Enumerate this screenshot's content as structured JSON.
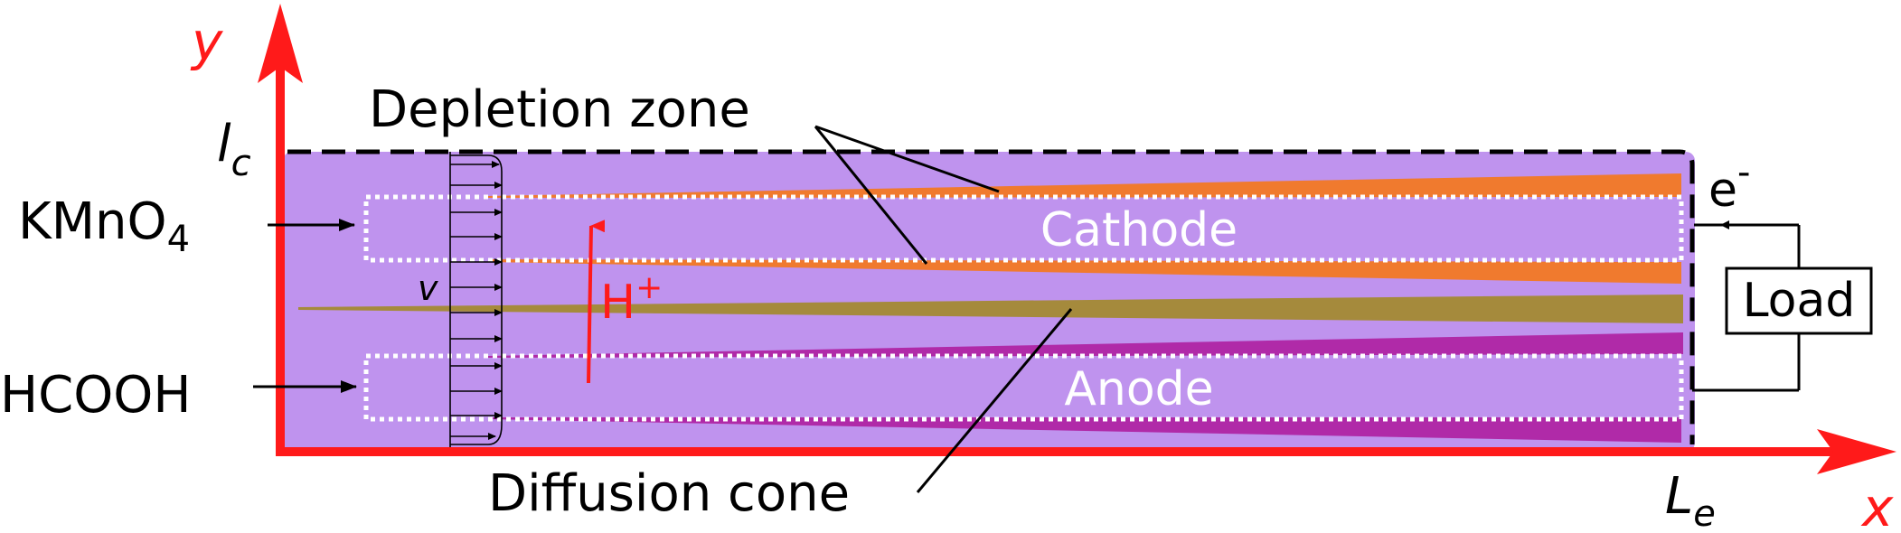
{
  "axes": {
    "x_label": "x",
    "y_label": "y"
  },
  "electrodes": {
    "cathode": "Cathode",
    "anode": "Anode"
  },
  "inlets": {
    "oxidant": "KMnO",
    "oxidant_subscript": "4",
    "fuel": "HCOOH"
  },
  "zones": {
    "depletion": "Depletion zone",
    "diffusion": "Diffusion cone"
  },
  "symbols": {
    "channel_height": "l",
    "channel_height_subscript": "c",
    "channel_length": "L",
    "channel_length_subscript": "e",
    "velocity": "v",
    "proton": "H",
    "proton_superscript": "+",
    "electron": "e",
    "electron_superscript": "-"
  },
  "circuit": {
    "load": "Load"
  },
  "colors": {
    "axis": "#ff1a1a",
    "channel_fill": "#bf93ee",
    "cathode_depletion": "#f07a2e",
    "anode_depletion": "#b02aa8",
    "diffusion_cone": "#a58a3c",
    "electrode_outline": "#ffffff"
  }
}
